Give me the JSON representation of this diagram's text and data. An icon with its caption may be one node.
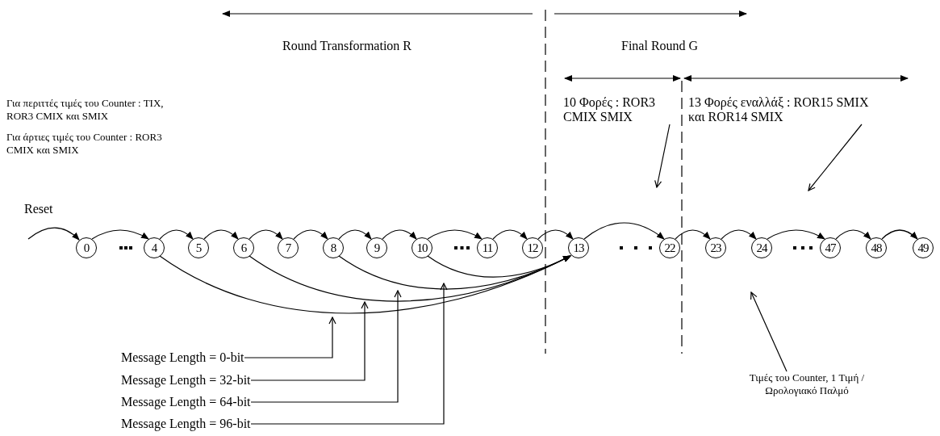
{
  "diagram": {
    "nodes": [
      {
        "text": [
          "0"
        ]
      },
      {
        "text": [
          "4"
        ]
      },
      {
        "text": [
          "5"
        ]
      },
      {
        "text": [
          "6"
        ]
      },
      {
        "text": [
          "7"
        ]
      },
      {
        "text": [
          "8"
        ]
      },
      {
        "text": [
          "9"
        ]
      },
      {
        "text": [
          "10"
        ]
      },
      {
        "text": [
          "11"
        ]
      },
      {
        "text": [
          "12"
        ]
      },
      {
        "text": [
          "13"
        ]
      },
      {
        "text": [
          "22"
        ]
      },
      {
        "text": [
          "23"
        ]
      },
      {
        "text": [
          "24"
        ]
      },
      {
        "text": [
          "47"
        ]
      },
      {
        "text": [
          "48"
        ]
      },
      {
        "text": [
          "49"
        ]
      },
      {
        "text": [
          "Message Length = 0-bit"
        ]
      },
      {
        "text": [
          "Message Length = 32-bit"
        ]
      },
      {
        "text": [
          "Message Length = 64-bit"
        ]
      },
      {
        "text": [
          "Message Length = 96-bit"
        ]
      },
      {
        "text": [
          "Τιμές του Counter, 1 Τιμή / Ωρολογιακό Παλμό"
        ]
      },
      {
        "text": [
          "13 Φορές εναλλάξ : ROR15 SMIX και ROR14 SMIX"
        ]
      }
    ],
    "edges": [
      {
        "from": null,
        "to": 0,
        "arrow": "to"
      },
      {
        "from": 0,
        "to": 1,
        "arrow": "to"
      },
      {
        "from": 1,
        "to": 2,
        "arrow": "to"
      },
      {
        "from": 2,
        "to": 3,
        "arrow": "to"
      },
      {
        "from": 3,
        "to": 4,
        "arrow": "to"
      },
      {
        "from": 4,
        "to": 5,
        "arrow": "to"
      },
      {
        "from": 5,
        "to": 6,
        "arrow": "to"
      },
      {
        "from": 6,
        "to": 7,
        "arrow": "to"
      },
      {
        "from": 7,
        "to": 8,
        "arrow": "to"
      },
      {
        "from": 8,
        "to": 9,
        "arrow": "to"
      },
      {
        "from": 9,
        "to": 10,
        "arrow": "to"
      },
      {
        "from": 10,
        "to": 11,
        "arrow": "to"
      },
      {
        "from": 11,
        "to": 12,
        "arrow": "to"
      },
      {
        "from": 12,
        "to": 13,
        "arrow": "to"
      },
      {
        "from": 13,
        "to": 14,
        "arrow": "to"
      },
      {
        "from": 14,
        "to": 15,
        "arrow": "to"
      },
      {
        "from": 15,
        "to": 16,
        "arrow": "to"
      },
      {
        "from": 1,
        "to": 10,
        "arrow": "to"
      },
      {
        "from": 3,
        "to": 10,
        "arrow": "to"
      },
      {
        "from": 5,
        "to": 10,
        "arrow": "to"
      },
      {
        "from": 7,
        "to": 10,
        "arrow": "to"
      },
      {
        "from": 17,
        "to": null,
        "arrow": "to"
      },
      {
        "from": 18,
        "to": null,
        "arrow": "to"
      },
      {
        "from": 19,
        "to": null,
        "arrow": "to"
      },
      {
        "from": 20,
        "to": null,
        "arrow": "to"
      },
      {
        "from": 22,
        "to": null,
        "arrow": "to"
      },
      {
        "from": 22,
        "to": null,
        "arrow": "to"
      },
      {
        "from": 21,
        "to": null,
        "arrow": "to"
      }
    ],
    "labels": [
      "Round Transformation R",
      "Final Round G",
      "Για περιττές τιμές του Counter : TIX, ROR3 CMIX και SMIX",
      "Για άρτιες τιμές του Counter : ROR3 CMIX και SMIX",
      "10 Φορές : ROR3 CMIX SMIX",
      "Reset"
    ]
  }
}
